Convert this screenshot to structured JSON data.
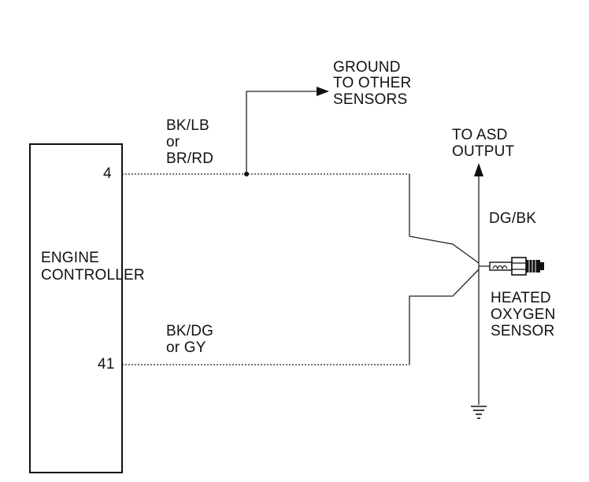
{
  "engine_controller": {
    "label_line1": "ENGINE",
    "label_line2": "CONTROLLER",
    "pin_top": "4",
    "pin_bottom": "41"
  },
  "wire_top": {
    "line1": "BK/LB",
    "line2": "or",
    "line3": "BR/RD"
  },
  "wire_bottom": {
    "line1": "BK/DG",
    "line2": "or GY"
  },
  "ground_note": {
    "line1": "GROUND",
    "line2": "TO OTHER",
    "line3": "SENSORS"
  },
  "asd_note": {
    "line1": "TO ASD",
    "line2": "OUTPUT"
  },
  "asd_wire": {
    "label": "DG/BK"
  },
  "sensor": {
    "line1": "HEATED",
    "line2": "OXYGEN",
    "line3": "SENSOR"
  },
  "colors": {
    "line": "#222222",
    "text": "#111111",
    "background": "#ffffff"
  },
  "icons": [
    "arrow-right-icon",
    "arrow-up-icon",
    "ground-icon",
    "oxygen-sensor-icon",
    "splice-dot-icon"
  ]
}
